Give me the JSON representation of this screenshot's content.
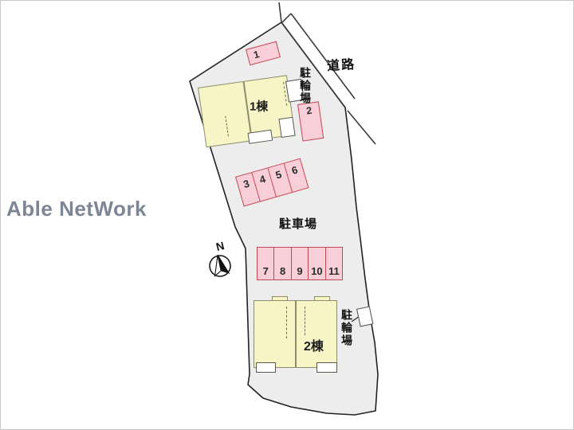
{
  "watermark": {
    "text": "Able NetWork",
    "color": "#7d8696"
  },
  "compass": {
    "north_label": "N"
  },
  "map_labels": {
    "road": "道路",
    "parking_lot": "駐車場",
    "bicycle_parking_top": "駐輪場",
    "bicycle_parking_bottom": "駐輪場"
  },
  "buildings": {
    "building1": {
      "label": "1棟"
    },
    "building2": {
      "label": "2棟"
    }
  },
  "parking": {
    "space1": "1",
    "space2": "2",
    "row_a": [
      "3",
      "4",
      "5",
      "6"
    ],
    "row_b": [
      "7",
      "8",
      "9",
      "10",
      "11"
    ]
  },
  "colors": {
    "site_fill": "#ededed",
    "site_outline": "#222222",
    "building_fill": "#f7f4c5",
    "building_border": "#8d8d6e",
    "parking_fill": "#f8cfd9",
    "parking_border": "#c34853",
    "road_line": "#333333",
    "watermark": "#7d8696"
  }
}
